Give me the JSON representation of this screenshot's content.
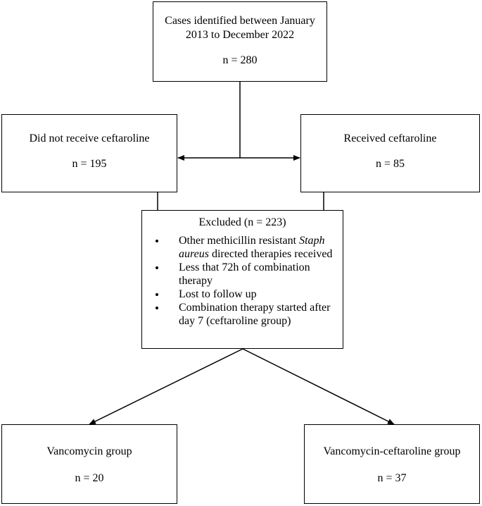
{
  "flowchart": {
    "top": {
      "title_line1": "Cases identified between January",
      "title_line2": "2013 to December 2022",
      "count": "n = 280"
    },
    "left": {
      "title": "Did not receive ceftaroline",
      "count": "n = 195"
    },
    "right": {
      "title": "Received ceftaroline",
      "count": "n = 85"
    },
    "excluded": {
      "title": "Excluded (n = 223)",
      "reasons": {
        "r1_pre": "Other methicillin resistant ",
        "r1_italic": "Staph aureus",
        "r1_post": " directed therapies received",
        "r2": "Less that 72h of combination therapy",
        "r3": "Lost to follow up",
        "r4": "Combination therapy started after day 7 (ceftaroline group)"
      }
    },
    "vanco": {
      "title": "Vancomycin group",
      "count": "n = 20"
    },
    "combo": {
      "title": "Vancomycin-ceftaroline group",
      "count": "n = 37"
    }
  }
}
